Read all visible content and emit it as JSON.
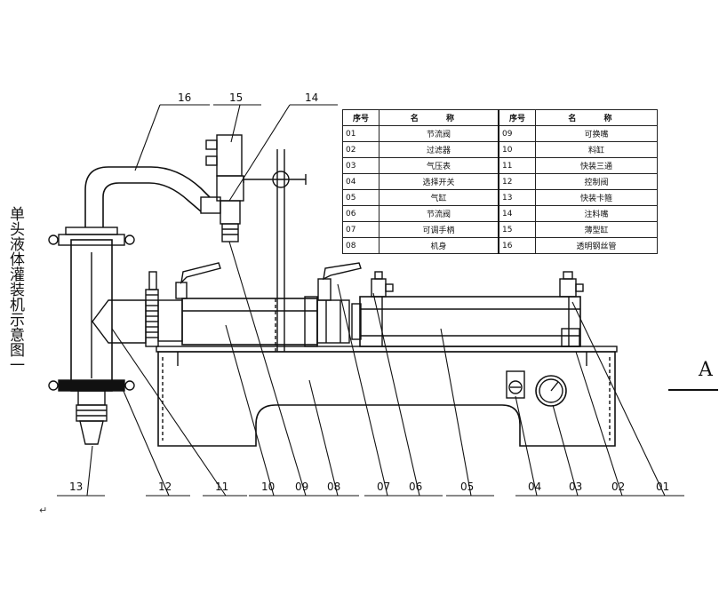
{
  "title": "单头液体灌装机示意图一",
  "stray_mark": "↵",
  "view_label": "A",
  "parts_table": {
    "headers": [
      "序号",
      "名 称",
      "序号",
      "名 称"
    ],
    "rows": [
      {
        "no_left": "01",
        "name_left": "节流阀",
        "no_right": "09",
        "name_right": "可换嘴"
      },
      {
        "no_left": "02",
        "name_left": "过滤器",
        "no_right": "10",
        "name_right": "料缸"
      },
      {
        "no_left": "03",
        "name_left": "气压表",
        "no_right": "11",
        "name_right": "快装三通"
      },
      {
        "no_left": "04",
        "name_left": "选择开关",
        "no_right": "12",
        "name_right": "控制阀"
      },
      {
        "no_left": "05",
        "name_left": "气缸",
        "no_right": "13",
        "name_right": "快装卡箍"
      },
      {
        "no_left": "06",
        "name_left": "节流阀",
        "no_right": "14",
        "name_right": "注料嘴"
      },
      {
        "no_left": "07",
        "name_left": "可调手柄",
        "no_right": "15",
        "name_right": "薄型缸"
      },
      {
        "no_left": "08",
        "name_left": "机身",
        "no_right": "16",
        "name_right": "透明钢丝管"
      }
    ]
  },
  "callouts": {
    "c16": "16",
    "c15": "15",
    "c14": "14",
    "c13": "13",
    "c12": "12",
    "c11": "11",
    "c10": "10",
    "c09": "09",
    "c08": "08",
    "c07": "07",
    "c06": "06",
    "c05": "05",
    "c04": "04",
    "c03": "03",
    "c02": "02",
    "c01": "01"
  }
}
